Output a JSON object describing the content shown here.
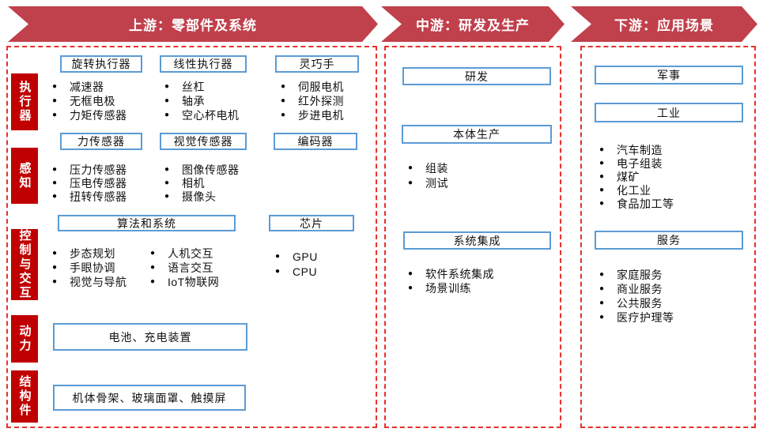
{
  "banners": [
    "上游：零部件及系统",
    "中游：研发及生产",
    "下游：应用场景"
  ],
  "upstream": {
    "side_labels": [
      "执行器",
      "感知",
      "控制与交互",
      "动力",
      "结构件"
    ],
    "row1": [
      {
        "header": "旋转执行器",
        "items": [
          "减速器",
          "无框电极",
          "力矩传感器"
        ]
      },
      {
        "header": "线性执行器",
        "items": [
          "丝杠",
          "轴承",
          "空心杯电机"
        ]
      },
      {
        "header": "灵巧手",
        "items": [
          "伺服电机",
          "红外探测",
          "步进电机"
        ]
      }
    ],
    "row2": [
      {
        "header": "力传感器",
        "items": [
          "压力传感器",
          "压电传感器",
          "扭转传感器"
        ]
      },
      {
        "header": "视觉传感器",
        "items": [
          "图像传感器",
          "相机",
          "摄像头"
        ]
      },
      {
        "header": "编码器",
        "items": []
      }
    ],
    "row3": {
      "algo_header": "算法和系统",
      "algo_col1": [
        "步态规划",
        "手眼协调",
        "视觉与导航"
      ],
      "algo_col2": [
        "人机交互",
        "语言交互",
        "IoT物联网"
      ],
      "chip_header": "芯片",
      "chip_items": [
        "GPU",
        "CPU"
      ]
    },
    "power_label": "电池、充电装置",
    "structure_label": "机体骨架、玻璃面罩、触摸屏"
  },
  "midstream": {
    "sections": [
      {
        "header": "研发",
        "items": []
      },
      {
        "header": "本体生产",
        "items": [
          "组装",
          "测试"
        ]
      },
      {
        "header": "系统集成",
        "items": [
          "软件系统集成",
          "场景训练"
        ]
      }
    ]
  },
  "downstream": {
    "sections": [
      {
        "header": "军事",
        "items": []
      },
      {
        "header": "工业",
        "items": [
          "汽车制造",
          "电子组装",
          "煤矿",
          "化工业",
          "食品加工等"
        ]
      },
      {
        "header": "服务",
        "items": [
          "家庭服务",
          "商业服务",
          "公共服务",
          "医疗护理等"
        ]
      }
    ]
  },
  "colors": {
    "banner_red": "#c0404b",
    "side_label_red": "#c00000",
    "box_border_blue": "#5b9bd5",
    "dashed_border_red": "#e8312a"
  }
}
